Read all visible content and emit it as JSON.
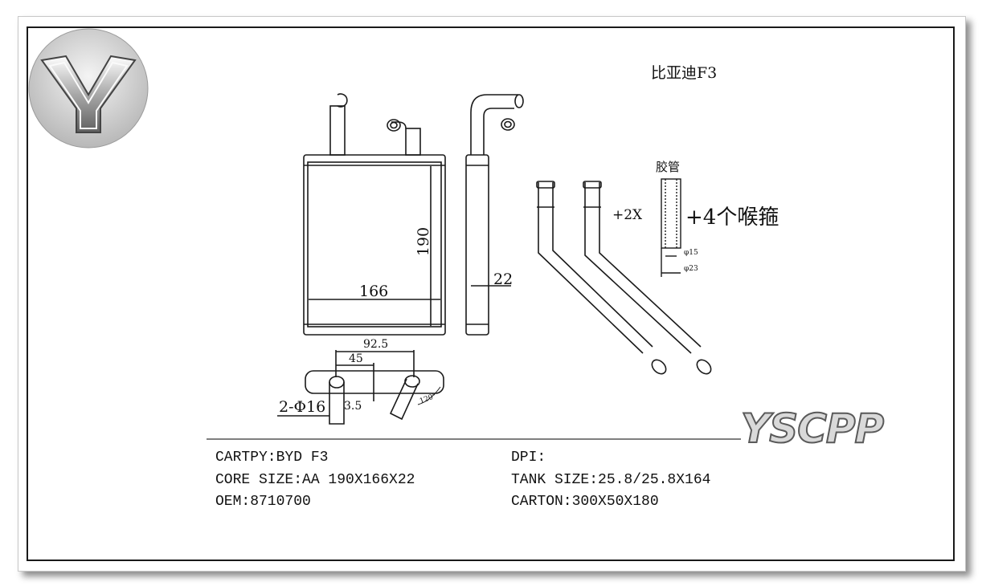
{
  "title": "比亚迪F3",
  "brand": "YSCPP",
  "logo_letter": "Y",
  "dimensions": {
    "width": "166",
    "height": "190",
    "depth": "22",
    "pipe_spacing": "92.5",
    "pipe_offset": "45",
    "gap": "3.5",
    "pipe_diameter": "2-Φ16",
    "angle": "120°"
  },
  "accessories": {
    "hose_label": "胶管",
    "qty_pipes": "+2X",
    "clamps": "+4个喉箍",
    "inner_dia": "φ15",
    "outer_dia": "φ23"
  },
  "specs": {
    "cartpy": "CARTPY:BYD F3",
    "core_size": "CORE SIZE:AA 190X166X22",
    "oem": "OEM:8710700",
    "dpi": "DPI:",
    "tank_size": "TANK SIZE:25.8/25.8X164",
    "carton": "CARTON:300X50X180"
  },
  "colors": {
    "line": "#1a1a1a",
    "logo_silver": "#bdbdbd"
  }
}
